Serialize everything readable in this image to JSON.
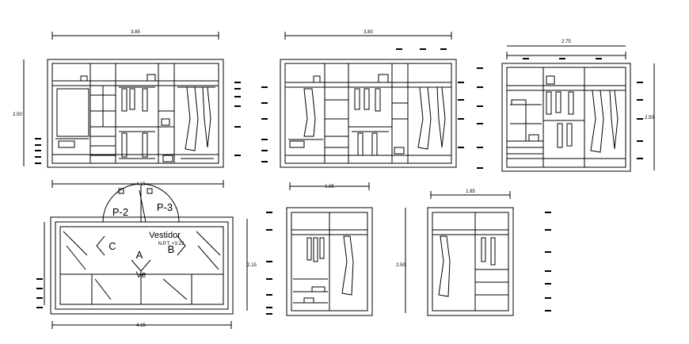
{
  "dimensions": {
    "elev1_width": "3.85",
    "elev2_width": "3.80",
    "elev3_width": "2.75",
    "elev_height_left": "2.50",
    "elev_height_right": "2.50",
    "plan_top_width": "4.15",
    "plan_bottom_width": "4.15",
    "plan_height": "2.15",
    "elev4_width": "1.85",
    "elev4_height": "2.50",
    "elev5_width": "1.85"
  },
  "plan": {
    "title": "Vestidor",
    "level": "N.P.T. +3.22",
    "door_left": "P-2",
    "door_right": "P-3",
    "mark_a": "A",
    "mark_b": "B",
    "mark_c": "C",
    "mark_ve": "Ve"
  },
  "colors": {
    "line": "#000000",
    "background": "#ffffff"
  }
}
